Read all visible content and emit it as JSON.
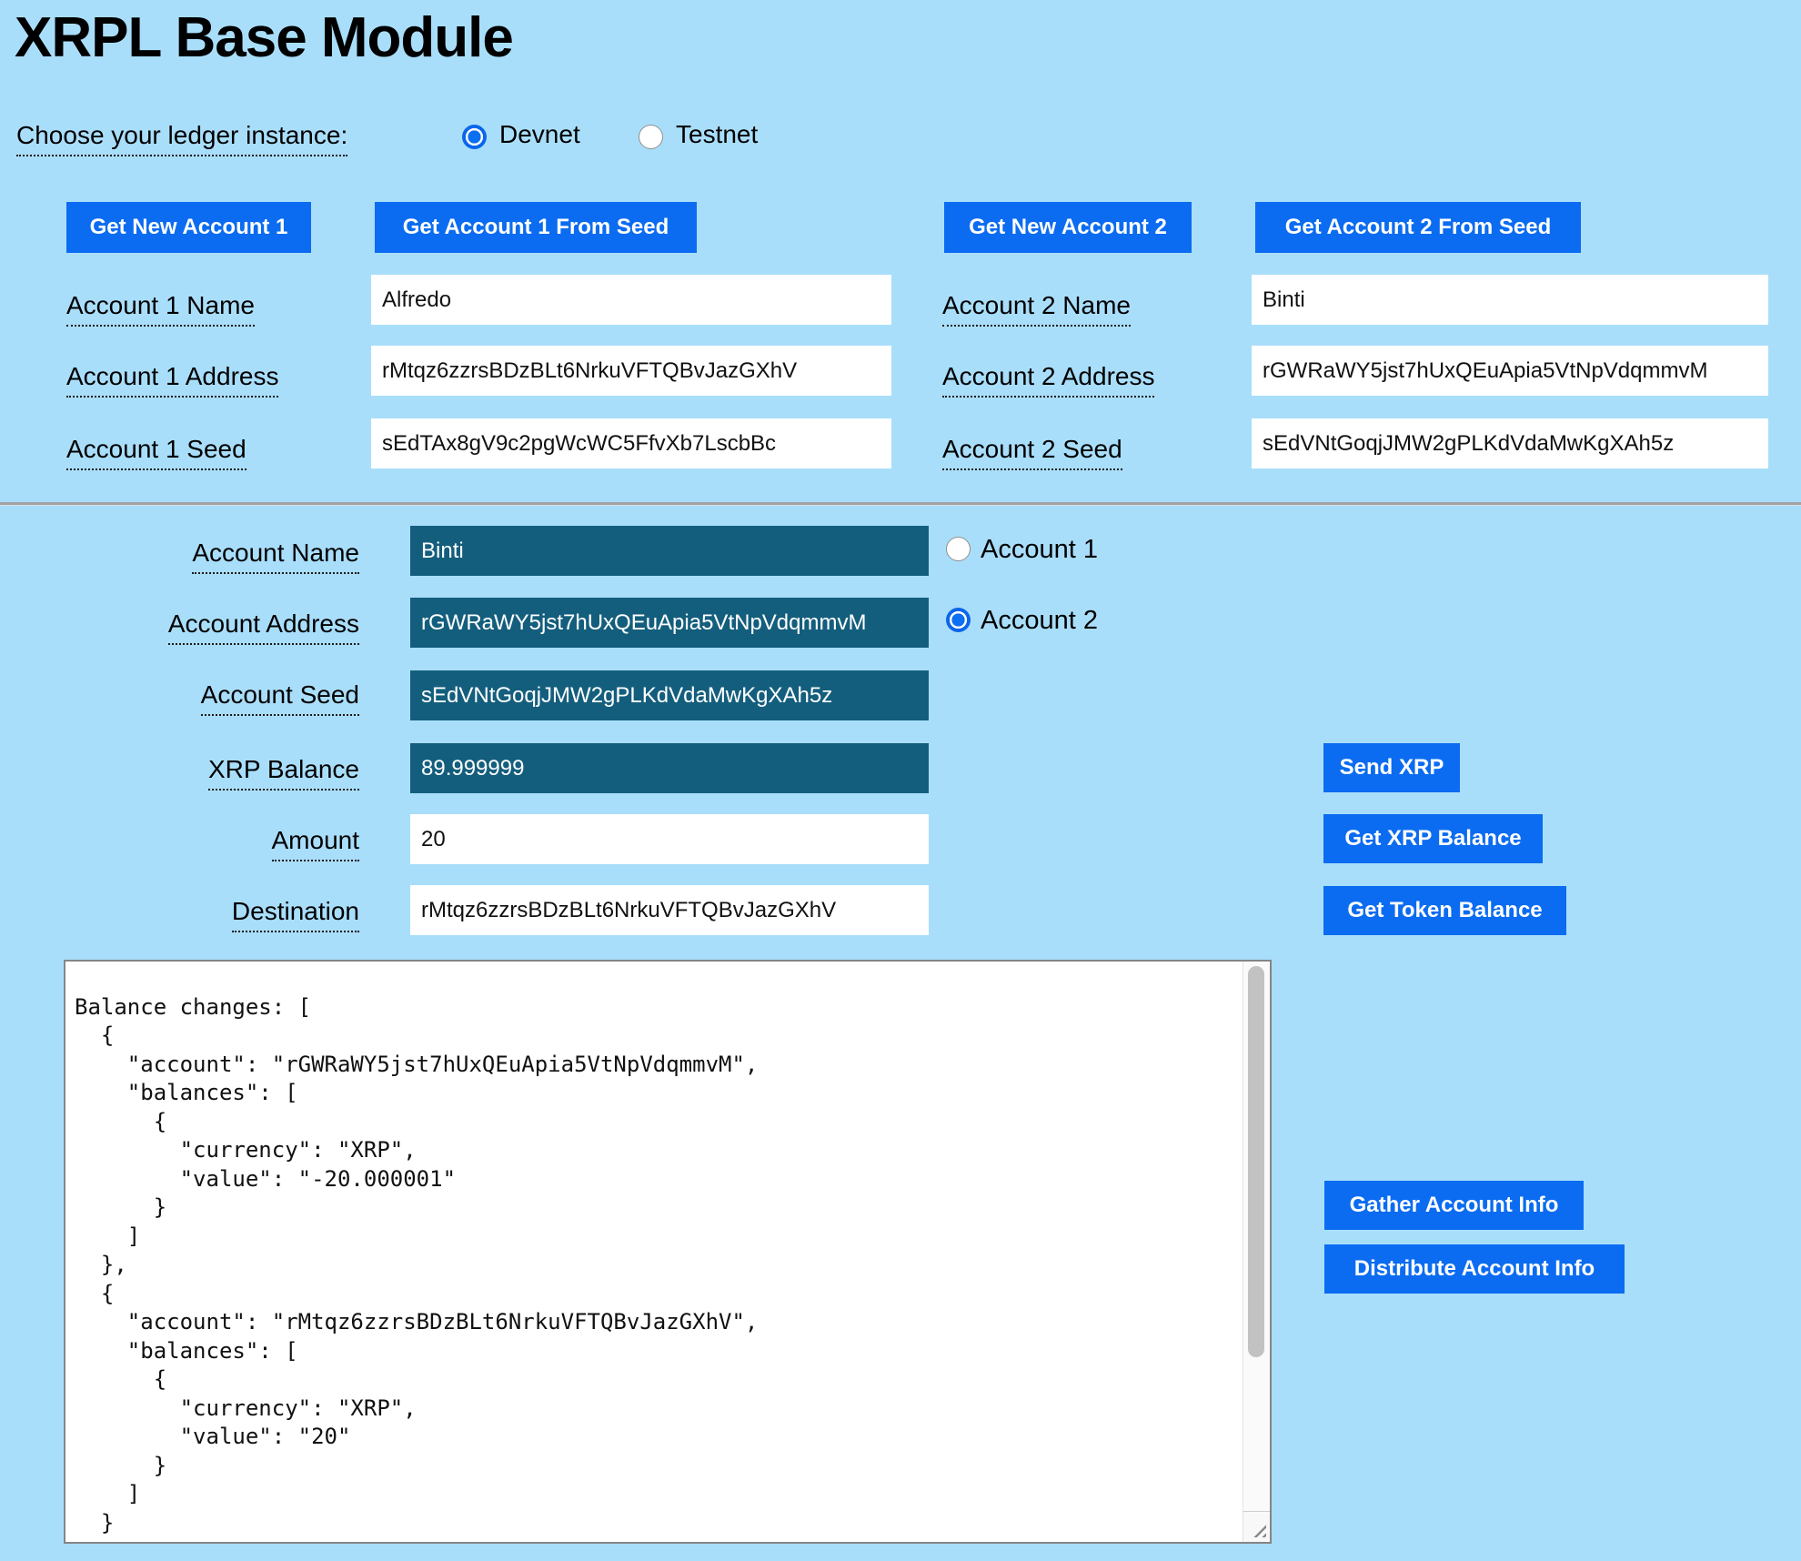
{
  "page": {
    "title": "XRPL Base Module"
  },
  "colors": {
    "page_background": "#a9defb",
    "button_blue": "#0b6cf1",
    "selected_field_teal": "#145e7d"
  },
  "ledger": {
    "label": "Choose your ledger instance:",
    "devnet_label": "Devnet",
    "testnet_label": "Testnet",
    "devnet_checked": true,
    "testnet_checked": false
  },
  "account1": {
    "new_button": "Get New Account 1",
    "from_seed_button": "Get Account 1 From Seed",
    "name_label": "Account 1 Name",
    "name_value": "Alfredo",
    "address_label": "Account 1 Address",
    "address_value": "rMtqz6zzrsBDzBLt6NrkuVFTQBvJazGXhV",
    "seed_label": "Account 1 Seed",
    "seed_value": "sEdTAx8gV9c2pgWcWC5FfvXb7LscbBc"
  },
  "account2": {
    "new_button": "Get New Account 2",
    "from_seed_button": "Get Account 2 From Seed",
    "name_label": "Account 2 Name",
    "name_value": "Binti",
    "address_label": "Account 2 Address",
    "address_value": "rGWRaWY5jst7hUxQEuApia5VtNpVdqmmvM",
    "seed_label": "Account 2 Seed",
    "seed_value": "sEdVNtGoqjJMW2gPLKdVdaMwKgXAh5z"
  },
  "selected_account": {
    "name_label": "Account Name",
    "name_value": "Binti",
    "address_label": "Account Address",
    "address_value": "rGWRaWY5jst7hUxQEuApia5VtNpVdqmmvM",
    "seed_label": "Account Seed",
    "seed_value": "sEdVNtGoqjJMW2gPLKdVdaMwKgXAh5z",
    "balance_label": "XRP Balance",
    "balance_value": "89.999999",
    "amount_label": "Amount",
    "amount_value": "20",
    "destination_label": "Destination",
    "destination_value": "rMtqz6zzrsBDzBLt6NrkuVFTQBvJazGXhV",
    "account1_radio_label": "Account 1",
    "account2_radio_label": "Account 2",
    "account1_checked": false,
    "account2_checked": true
  },
  "actions": {
    "send_xrp": "Send XRP",
    "get_xrp_balance": "Get XRP Balance",
    "get_token_balance": "Get Token Balance",
    "gather": "Gather Account Info",
    "distribute": "Distribute Account Info"
  },
  "output": {
    "text": "\nBalance changes: [\n  {\n    \"account\": \"rGWRaWY5jst7hUxQEuApia5VtNpVdqmmvM\",\n    \"balances\": [\n      {\n        \"currency\": \"XRP\",\n        \"value\": \"-20.000001\"\n      }\n    ]\n  },\n  {\n    \"account\": \"rMtqz6zzrsBDzBLt6NrkuVFTQBvJazGXhV\",\n    \"balances\": [\n      {\n        \"currency\": \"XRP\",\n        \"value\": \"20\"\n      }\n    ]\n  }"
  }
}
